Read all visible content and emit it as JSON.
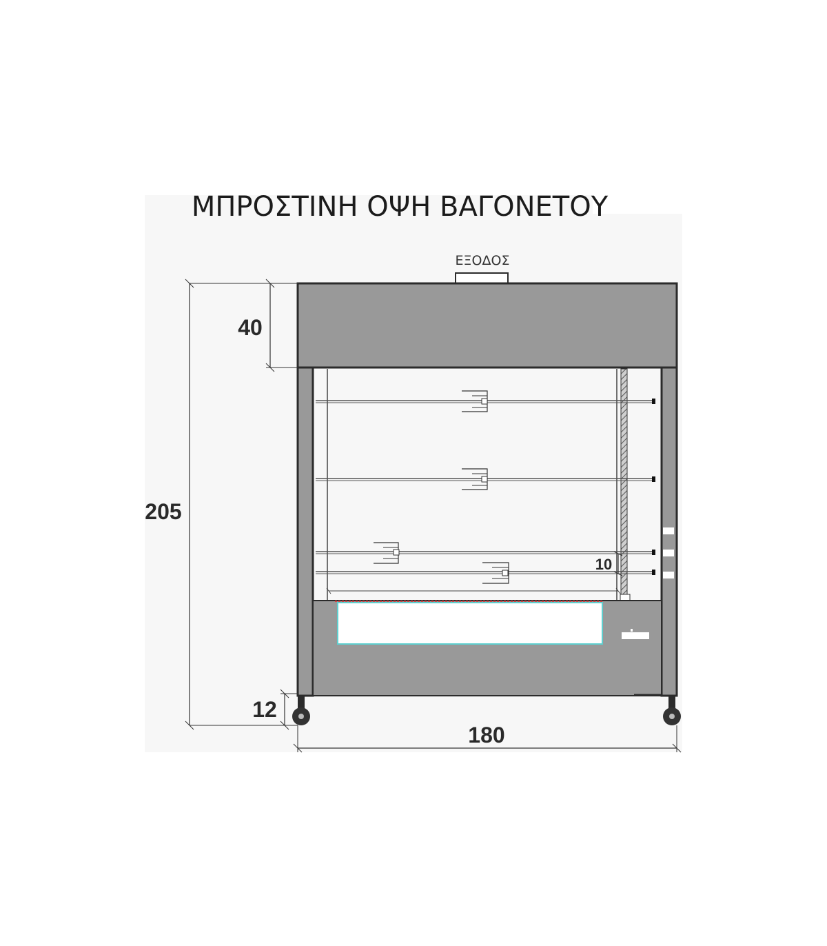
{
  "title": "ΜΠΡΟΣΤΙΝΗ ΟΨΗ ΒΑΓΟΝΕΤΟΥ",
  "exit_label": "ΕΞΟΔΟΣ",
  "dimensions": {
    "total_height": "205",
    "hood_height": "40",
    "wheel_height": "12",
    "total_width": "180",
    "spit_spacing": "10"
  },
  "colors": {
    "panel_gray": "#999999",
    "frame_dark": "#2b2b2b",
    "window_outline": "#5fcfcf",
    "heater_red": "#d04040",
    "background_panel": "#f6f6f6"
  }
}
